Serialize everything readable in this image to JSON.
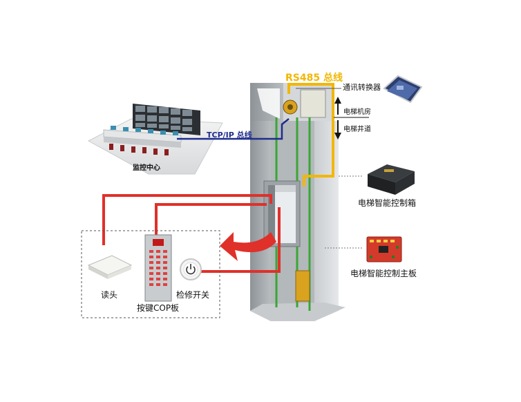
{
  "labels": {
    "rs485_bus": "RS485 总线",
    "tcpip_bus": "TCP/IP 总线",
    "converter": "通讯转换器",
    "machine_room": "电梯机房",
    "shaft": "电梯井道",
    "monitor_center": "监控中心",
    "control_box": "电梯智能控制箱",
    "control_board": "电梯智能控制主板",
    "reader": "读头",
    "cop_panel": "按键COP板",
    "service_switch": "检修开关"
  },
  "colors": {
    "rs485_line": "#f2b705",
    "tcpip_line": "#1e2c8c",
    "signal_line": "#e0302a",
    "rail_green": "#3aa635",
    "shaft_gray": "#9aa0a4"
  }
}
